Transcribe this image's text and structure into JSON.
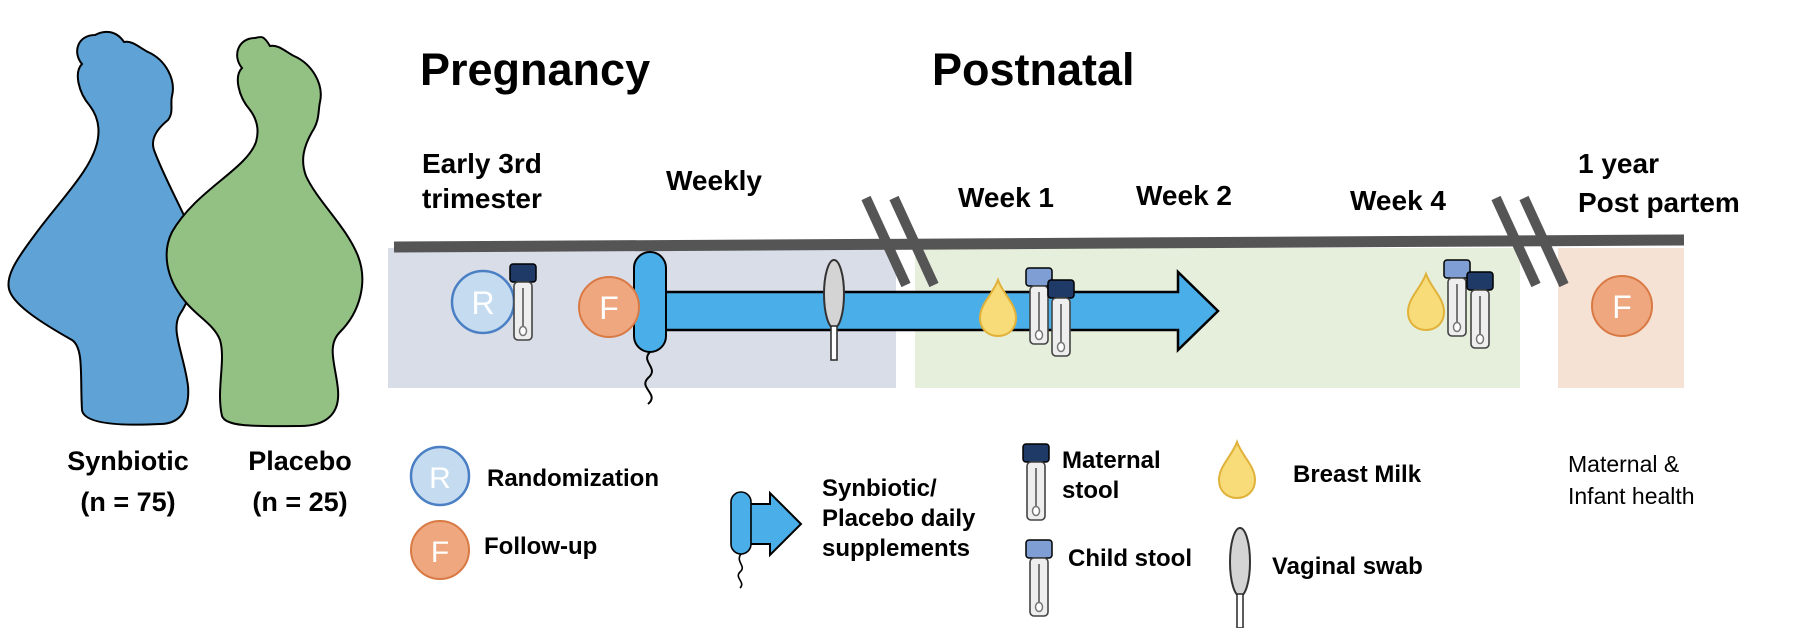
{
  "phases": {
    "pregnancy": "Pregnancy",
    "postnatal": "Postnatal"
  },
  "groups": {
    "synbiotic": {
      "label": "Synbiotic",
      "count": "(n = 75)",
      "color": "#5fa3d6"
    },
    "placebo": {
      "label": "Placebo",
      "count": "(n = 25)",
      "color": "#93c083"
    }
  },
  "timepoints": {
    "early_third_line1": "Early 3rd",
    "early_third_line2": "trimester",
    "weekly": "Weekly",
    "week1": "Week 1",
    "week2": "Week 2",
    "week4": "Week 4",
    "one_year_line1": "1 year",
    "one_year_line2": "Post partem"
  },
  "markers": {
    "randomization_letter": "R",
    "followup_letter": "F"
  },
  "legend": {
    "randomization": "Randomization",
    "followup": "Follow-up",
    "supplements_line1": "Synbiotic/",
    "supplements_line2": "Placebo daily",
    "supplements_line3": "supplements",
    "maternal_stool_line1": "Maternal",
    "maternal_stool_line2": "stool",
    "child_stool": "Child stool",
    "breast_milk": "Breast Milk",
    "vaginal_swab": "Vaginal swab",
    "health_line1": "Maternal &",
    "health_line2": "Infant health"
  },
  "colors": {
    "pregnancy_bg": "#d9dde8",
    "postnatal_bg": "#e6efdc",
    "year_bg": "#f6e2d5",
    "timeline": "#555555",
    "arrow": "#4aaee8",
    "r_circle": "#c4dbf0",
    "r_stroke": "#4a7fc4",
    "f_circle": "#eea77f",
    "f_stroke": "#d97a45",
    "milk": "#f9dc7a",
    "maternal_cap": "#1f3a66",
    "child_cap": "#7f9fd4"
  }
}
